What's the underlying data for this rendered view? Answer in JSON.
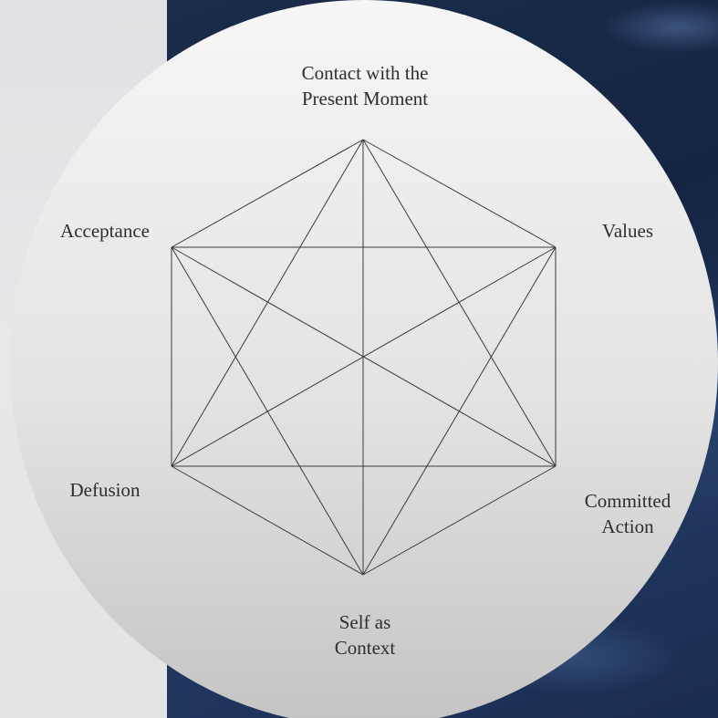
{
  "diagram": {
    "labels": {
      "top": [
        "Contact with the",
        "Present Moment"
      ],
      "upper_right": [
        "Values"
      ],
      "lower_right": [
        "Committed",
        "Action"
      ],
      "bottom": [
        "Self as",
        "Context"
      ],
      "lower_left": [
        "Defusion"
      ],
      "upper_left": [
        "Acceptance"
      ]
    }
  },
  "colors": {
    "line": "#3a3a3a",
    "label": "#2e2e2e",
    "disc_light": "#f4f4f4",
    "disc_dark": "#c9c9c9",
    "background_dark": "#15264a",
    "background_light": "#e3e4e6"
  }
}
